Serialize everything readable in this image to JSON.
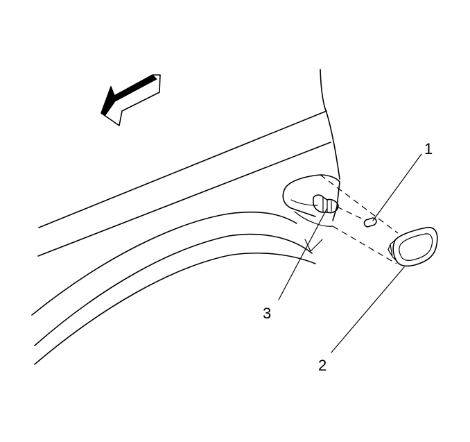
{
  "callouts": [
    {
      "id": "1",
      "text": "1"
    },
    {
      "id": "2",
      "text": "2"
    },
    {
      "id": "3",
      "text": "3"
    }
  ],
  "icons": {
    "direction_arrow": "forward-arrow-icon"
  },
  "colors": {
    "line": "#000000",
    "background": "#ffffff"
  }
}
